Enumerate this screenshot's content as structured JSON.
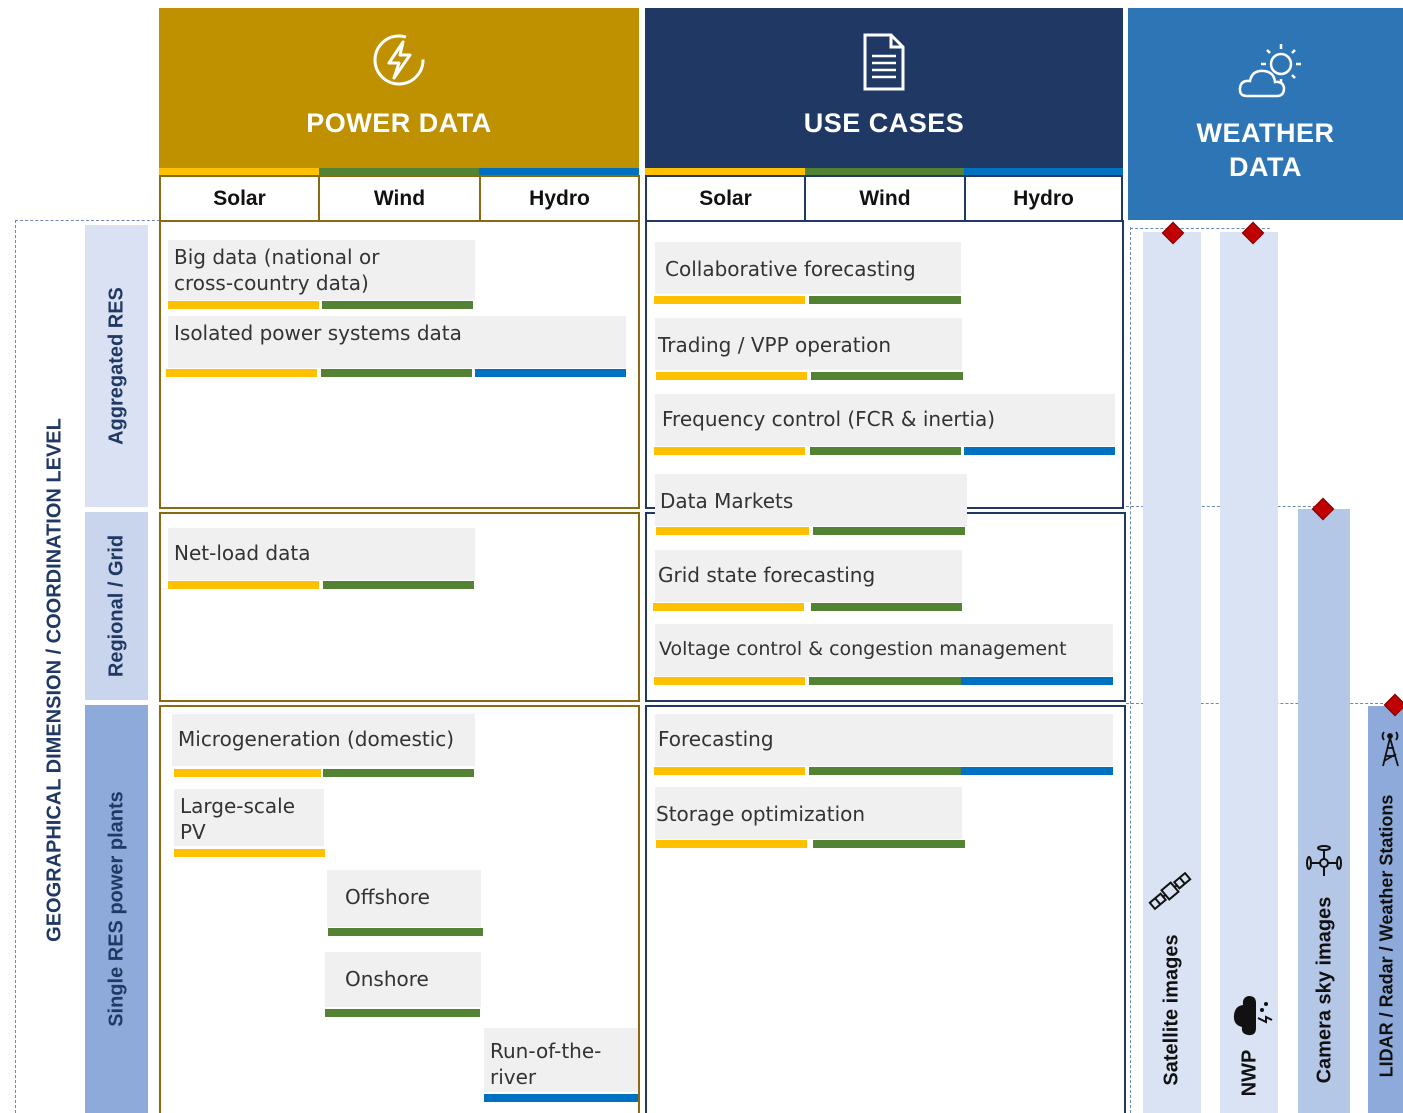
{
  "power_data": {
    "title": "POWER DATA",
    "tabs": [
      "Solar",
      "Wind",
      "Hydro"
    ]
  },
  "use_cases": {
    "title": "USE CASES",
    "tabs": [
      "Solar",
      "Wind",
      "Hydro"
    ]
  },
  "weather_data": {
    "title_line1": "WEATHER",
    "title_line2": "DATA"
  },
  "axis_label": "GEOGRAPHICAL DIMENSION / COORDINATION LEVEL",
  "rows": {
    "aggregated": "Aggregated RES",
    "regional": "Regional / Grid",
    "single": "Single RES power plants"
  },
  "power_items": {
    "big_data_1": "Big data (national or",
    "big_data_2": "cross-country data)",
    "isolated": "Isolated power systems data",
    "net_load": "Net-load data",
    "micro": "Microgeneration (domestic)",
    "large_pv_1": "Large-scale",
    "large_pv_2": "PV",
    "offshore": "Offshore",
    "onshore": "Onshore",
    "river_1": "Run-of-the-",
    "river_2": "river"
  },
  "use_items": {
    "collab": "Collaborative forecasting",
    "trading": "Trading / VPP operation",
    "frequency": "Frequency control (FCR & inertia)",
    "markets": "Data Markets",
    "grid_state": "Grid state forecasting",
    "voltage": "Voltage control & congestion management",
    "forecasting": "Forecasting",
    "storage": "Storage optimization"
  },
  "weather_sources": {
    "satellite": "Satellite images",
    "nwp": "NWP",
    "camera": "Camera sky images",
    "lidar": "LIDAR / Radar / Weather Stations"
  },
  "colors": {
    "power_header": "#bf9000",
    "use_header": "#203864",
    "weather_header": "#2e75b6",
    "solar": "#ffc000",
    "wind": "#548235",
    "hydro": "#0070c0",
    "marker": "#c00000"
  }
}
